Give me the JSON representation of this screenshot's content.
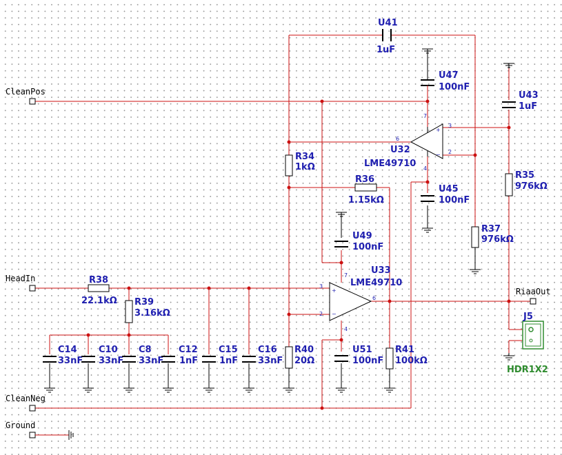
{
  "nets": {
    "clean_pos": "CleanPos",
    "head_in": "HeadIn",
    "clean_neg": "CleanNeg",
    "ground": "Ground",
    "riaa_out": "RiaaOut"
  },
  "components": {
    "U41": {
      "ref": "U41",
      "value": "1uF"
    },
    "U47": {
      "ref": "U47",
      "value": "100nF"
    },
    "U43": {
      "ref": "U43",
      "value": "1uF"
    },
    "U32": {
      "ref": "U32",
      "value": "LME49710"
    },
    "R34": {
      "ref": "R34",
      "value": "1kΩ"
    },
    "R36": {
      "ref": "R36",
      "value": "1.15kΩ"
    },
    "U45": {
      "ref": "U45",
      "value": "100nF"
    },
    "R35": {
      "ref": "R35",
      "value": "976kΩ"
    },
    "R37": {
      "ref": "R37",
      "value": "976kΩ"
    },
    "U49": {
      "ref": "U49",
      "value": "100nF"
    },
    "U33": {
      "ref": "U33",
      "value": "LME49710"
    },
    "R38": {
      "ref": "R38",
      "value": "22.1kΩ"
    },
    "R39": {
      "ref": "R39",
      "value": "3.16kΩ"
    },
    "C14": {
      "ref": "C14",
      "value": "33nF"
    },
    "C10": {
      "ref": "C10",
      "value": "33nF"
    },
    "C8": {
      "ref": "C8",
      "value": "33nF"
    },
    "C12": {
      "ref": "C12",
      "value": "1nF"
    },
    "C15": {
      "ref": "C15",
      "value": "1nF"
    },
    "C16": {
      "ref": "C16",
      "value": "33nF"
    },
    "R40": {
      "ref": "R40",
      "value": "20Ω"
    },
    "U51": {
      "ref": "U51",
      "value": "100nF"
    },
    "R41": {
      "ref": "R41",
      "value": "100kΩ"
    },
    "J5": {
      "ref": "J5",
      "value": "HDR1X2"
    }
  },
  "pins": {
    "u32": {
      "p3": "3",
      "p2": "2",
      "p6": "6",
      "p7": "7",
      "p4": "4",
      "plus": "+",
      "minus": "−"
    },
    "u33": {
      "p3": "3",
      "p2": "2",
      "p6": "6",
      "p7": "7",
      "p4": "4",
      "plus": "+",
      "minus": "−"
    }
  },
  "colors": {
    "wire": "#cc1111",
    "label": "#1f1fb0",
    "connector": "#2e8b2e"
  }
}
